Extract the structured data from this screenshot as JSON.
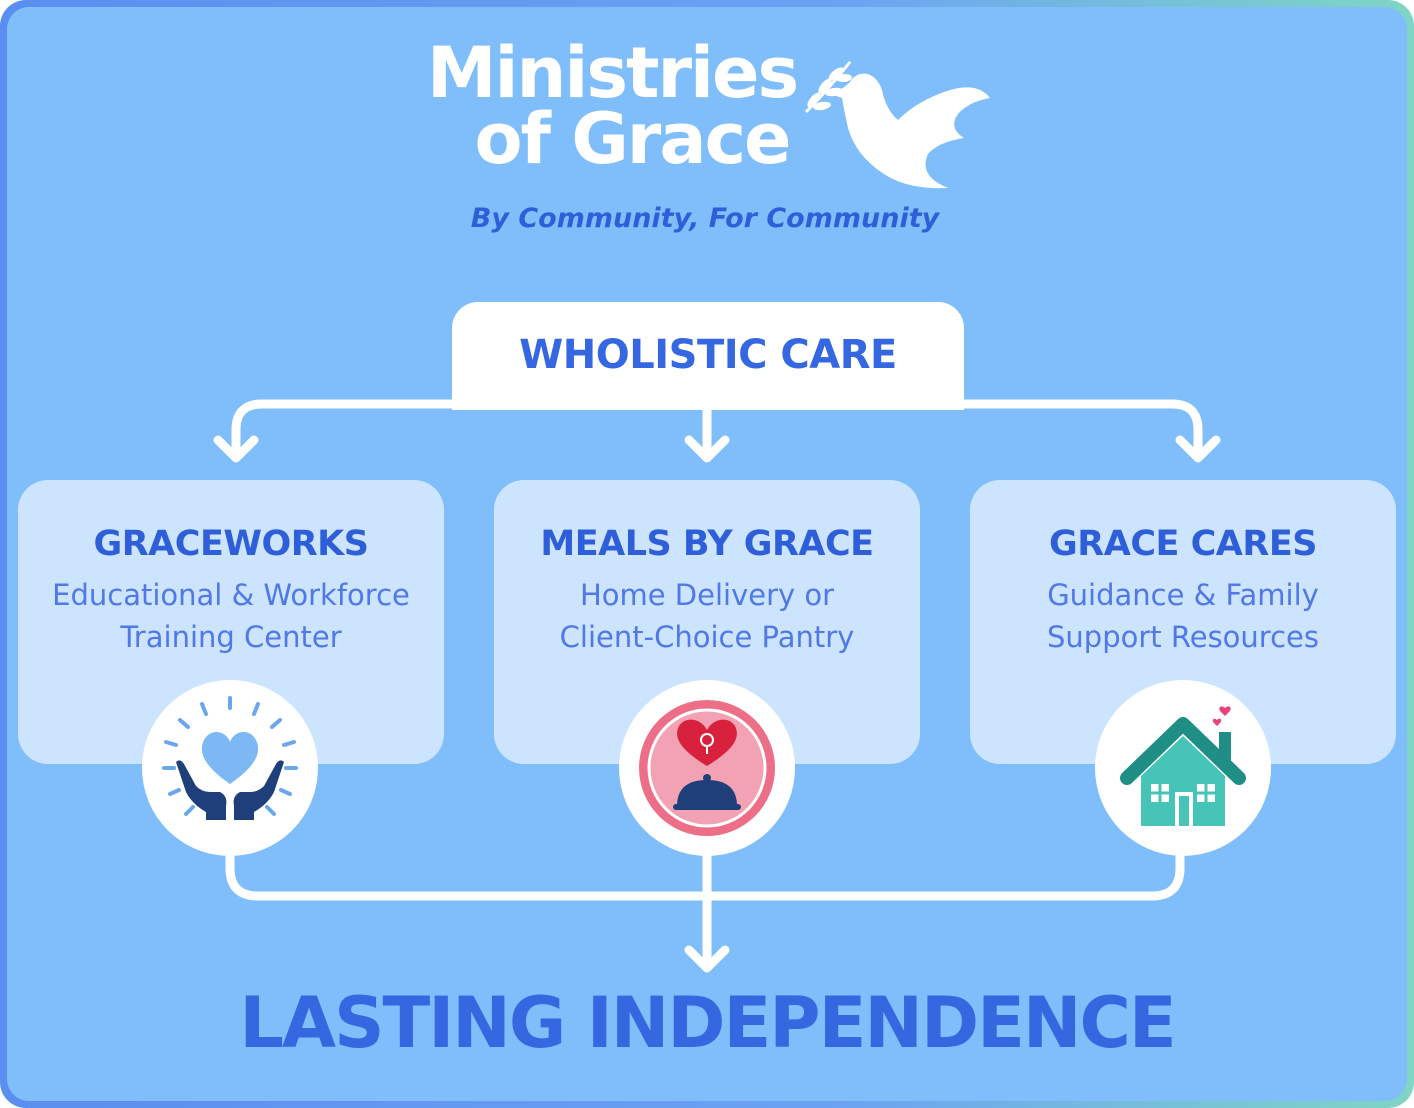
{
  "brand": {
    "name_line1": "Ministries",
    "name_line2": "of Grace",
    "tagline": "By Community, For Community",
    "logo_icon": "dove-with-olive-branch-icon"
  },
  "colors": {
    "background": "#7fbefb",
    "card": "#cce4fd",
    "heading_blue": "#3568e0",
    "text_blue": "#5078e6",
    "white": "#ffffff"
  },
  "top_box": {
    "label": "WHOLISTIC CARE"
  },
  "programs": [
    {
      "title": "GRACEWORKS",
      "desc_line1": "Educational & Workforce",
      "desc_line2": "Training Center",
      "icon": "hands-holding-heart-icon"
    },
    {
      "title": "MEALS BY GRACE",
      "desc_line1": "Home Delivery or",
      "desc_line2": "Client-Choice Pantry",
      "icon": "heart-serving-cloche-icon"
    },
    {
      "title": "GRACE CARES",
      "desc_line1": "Guidance & Family",
      "desc_line2": "Support Resources",
      "icon": "house-with-hearts-icon"
    }
  ],
  "outcome": {
    "label": "LASTING INDEPENDENCE"
  }
}
